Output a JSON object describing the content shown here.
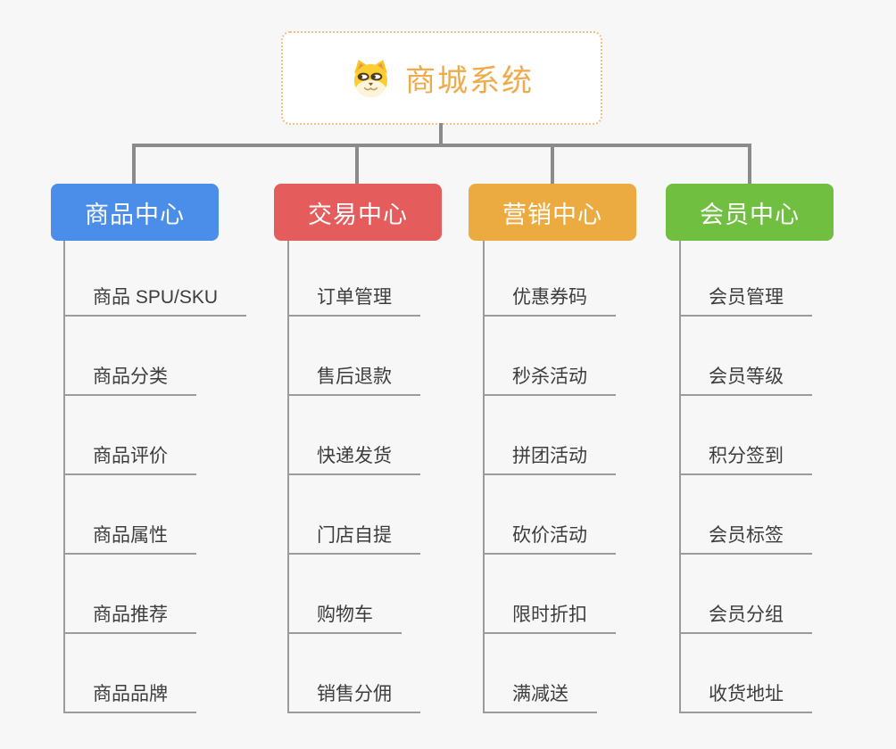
{
  "root": {
    "title": "商城系统",
    "icon": "doge-face-icon",
    "title_color": "#eeab4b",
    "border_color": "#f3c183"
  },
  "connector_color": "#8b8b8b",
  "line_color": "#9b9b9b",
  "branches": [
    {
      "label": "商品中心",
      "color": "#4a8eea",
      "items": [
        "商品 SPU/SKU",
        "商品分类",
        "商品评价",
        "商品属性",
        "商品推荐",
        "商品品牌"
      ]
    },
    {
      "label": "交易中心",
      "color": "#e45c5c",
      "items": [
        "订单管理",
        "售后退款",
        "快递发货",
        "门店自提",
        "购物车",
        "销售分佣"
      ]
    },
    {
      "label": "营销中心",
      "color": "#ecab40",
      "items": [
        "优惠券码",
        "秒杀活动",
        "拼团活动",
        "砍价活动",
        "限时折扣",
        "满减送"
      ]
    },
    {
      "label": "会员中心",
      "color": "#70bf41",
      "items": [
        "会员管理",
        "会员等级",
        "积分签到",
        "会员标签",
        "会员分组",
        "收货地址"
      ]
    }
  ]
}
